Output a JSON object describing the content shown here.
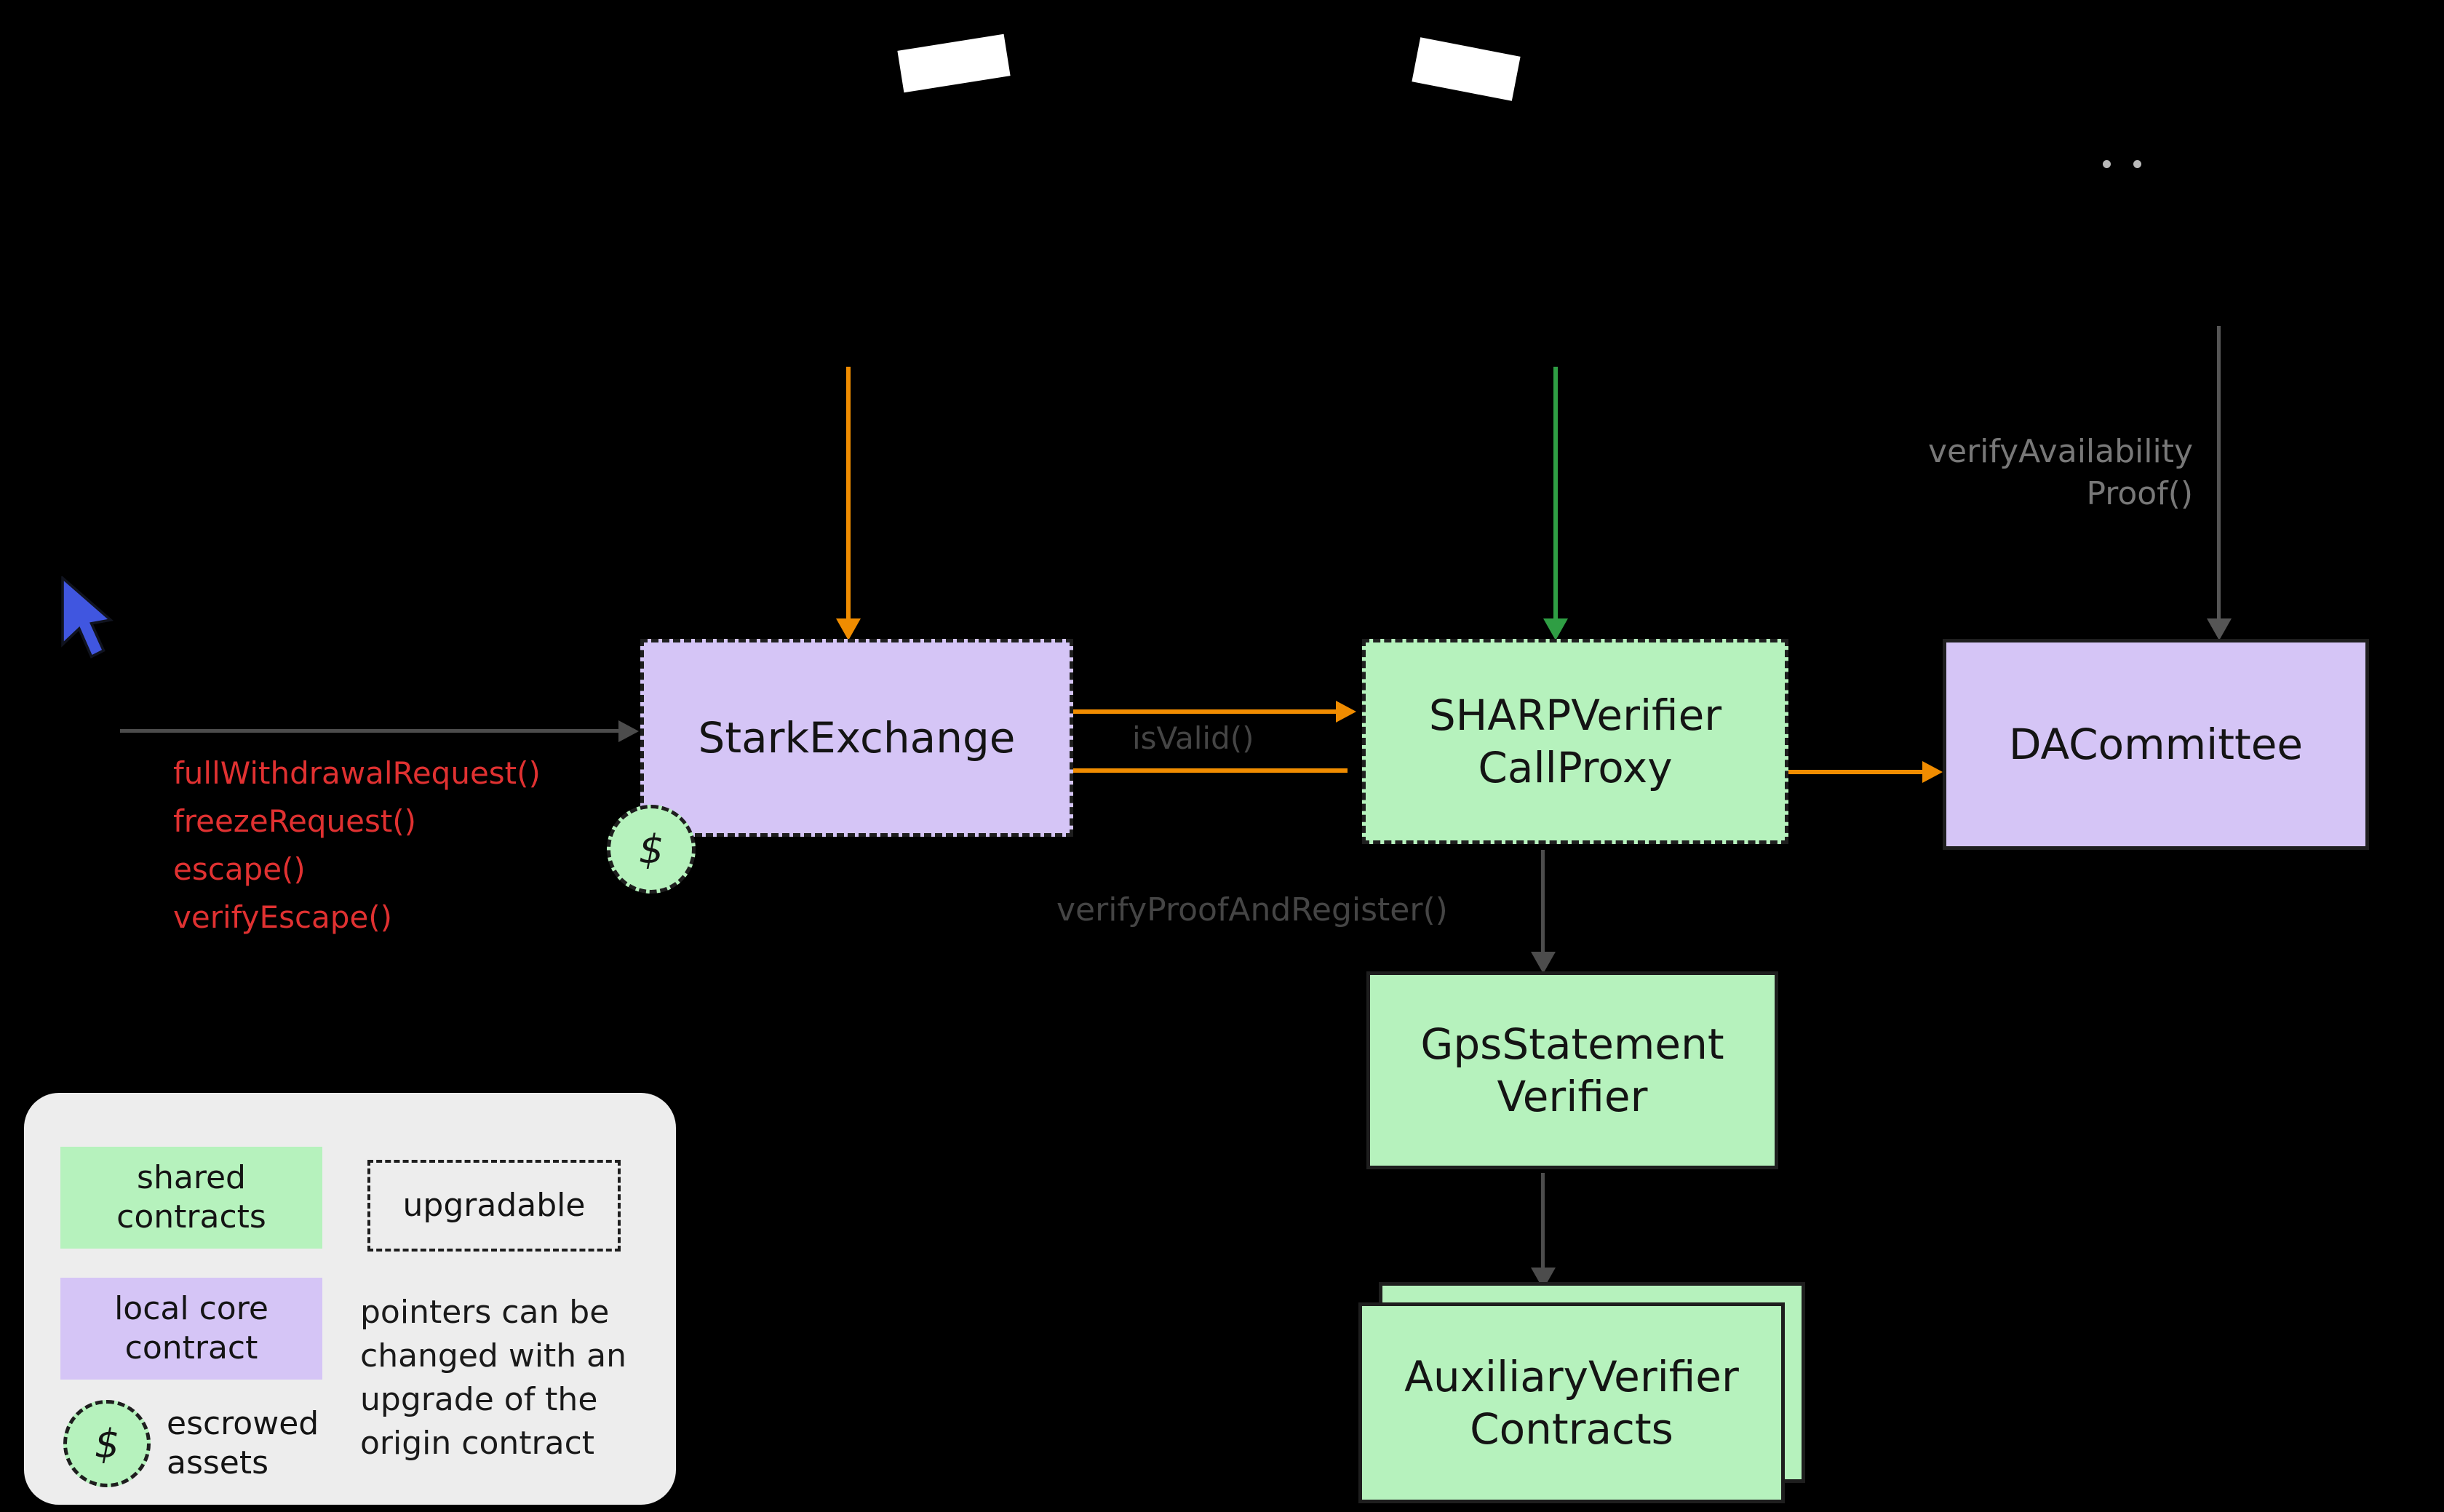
{
  "nodes": {
    "stark_exchange": {
      "label": "StarkExchange"
    },
    "sharp_verifier": {
      "line1": "SHARPVerifier",
      "line2": "CallProxy"
    },
    "da_committee": {
      "label": "DACommittee"
    },
    "gps_statement_verifier": {
      "line1": "GpsStatement",
      "line2": "Verifier"
    },
    "auxiliary_verifier_contracts": {
      "line1": "AuxiliaryVerifier",
      "line2": "Contracts"
    }
  },
  "edges": {
    "is_valid": "isValid()",
    "verify_proof_and_register": "verifyProofAndRegister()",
    "verify_availability_proof": {
      "line1": "verifyAvailability",
      "line2": "Proof()"
    }
  },
  "user_calls": {
    "items": [
      "fullWithdrawalRequest()",
      "freezeRequest()",
      "escape()",
      "verifyEscape()"
    ]
  },
  "escrow": {
    "symbol": "$"
  },
  "legend": {
    "shared": {
      "line1": "shared",
      "line2": "contracts"
    },
    "upgradable": "upgradable",
    "local_core": {
      "line1": "local core",
      "line2": "contract"
    },
    "escrowed": {
      "symbol": "$",
      "line1": "escrowed",
      "line2": "assets"
    },
    "note": {
      "line1": "pointers can be",
      "line2": "changed with an",
      "line3": "upgrade of the",
      "line4": "origin contract"
    }
  },
  "colors": {
    "background": "#000000",
    "shared_contract_green": "#b6f2bd",
    "local_core_purple": "#d5c5f6",
    "call_arrow_orange": "#f08c00",
    "proof_arrow_green": "#2f9e44",
    "edge_label_gray": "#4a4a4a",
    "user_call_red": "#e03131",
    "legend_background": "#ededed",
    "cursor_blue": "#4056e0"
  }
}
